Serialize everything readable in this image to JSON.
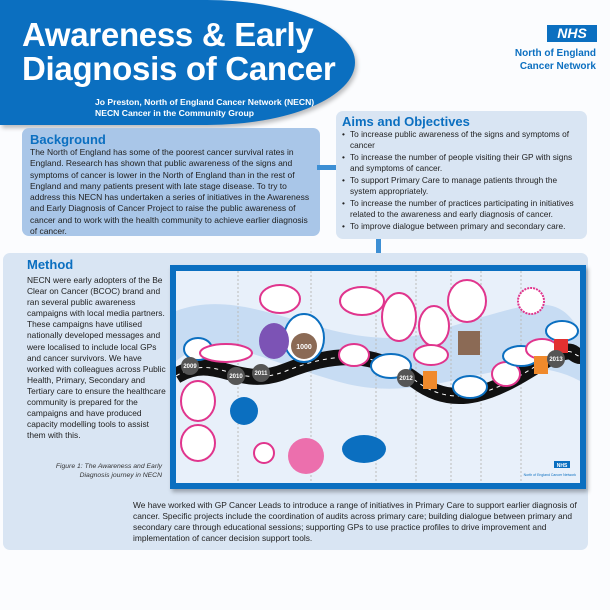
{
  "header": {
    "title_line1": "Awareness & Early",
    "title_line2": "Diagnosis of Cancer",
    "author": "Jo Preston, North of England Cancer Network (NECN)",
    "group": "NECN Cancer in the Community Group",
    "logo": "NHS",
    "org_line1": "North of England",
    "org_line2": "Cancer Network"
  },
  "background": {
    "heading": "Background",
    "text": "The North of England has some of the poorest cancer survival rates in England. Research has shown that public awareness of the signs and symptoms of cancer is lower in the North of England than in the rest of England and many patients present with late stage disease.  To try to address this NECN has undertaken a series of initiatives in the Awareness and Early Diagnosis of Cancer Project to raise the public awareness of cancer and to work with the health community to achieve earlier diagnosis of cancer."
  },
  "aims": {
    "heading": "Aims and Objectives",
    "items": [
      "To increase public awareness of the signs and symptoms of cancer",
      "To increase the number of people visiting their GP with signs and symptoms of cancer.",
      "To support Primary Care to manage patients through the system appropriately.",
      "To increase the number of practices participating in initiatives related to the awareness and early diagnosis of cancer.",
      "To improve dialogue between primary and secondary care."
    ]
  },
  "method": {
    "heading": "Method",
    "text": "NECN were early adopters of the Be Clear on Cancer (BCOC) brand and ran several public awareness campaigns with local media partners. These campaigns have utilised nationally developed messages and were localised to include local GPs and cancer survivors.  We have worked with colleagues across Public Health, Primary, Secondary and Tertiary care to ensure the healthcare community is prepared for the campaigns and have produced capacity modelling tools to assist them with this.",
    "caption": "Figure 1: The Awareness and Early Diagnosis journey in NECN",
    "bottom_text": "We have worked with GP Cancer Leads to introduce a range of initiatives in Primary Care to support earlier diagnosis of cancer.  Specific projects include the coordination of audits across primary care; building dialogue between primary and secondary care through educational sessions; supporting GPs to use practice profiles to drive improvement and implementation of cancer decision support tools."
  },
  "figure": {
    "years": [
      "2009",
      "2010",
      "2011",
      "2012",
      "2013"
    ],
    "centre_badge": "1000",
    "logo": "NHS",
    "org": "North of England Cancer Network"
  }
}
